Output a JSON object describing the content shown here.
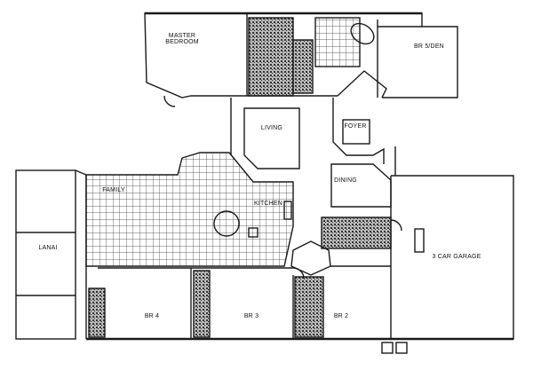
{
  "plan": {
    "rooms": {
      "master_bedroom": "MASTER\nBEDROOM",
      "br5_den": "BR 5/DEN",
      "living": "LIVING",
      "foyer": "FOYER",
      "dining": "DINING",
      "family": "FAMILY",
      "kitchen": "KITCHEN",
      "lanai": "LANAI",
      "br4": "BR 4",
      "br3": "BR 3",
      "br2": "BR 2",
      "garage": "3 CAR GARAGE"
    },
    "colors": {
      "wall": "#1a1a1a",
      "paper": "#ffffff",
      "tile": "#333333"
    }
  }
}
